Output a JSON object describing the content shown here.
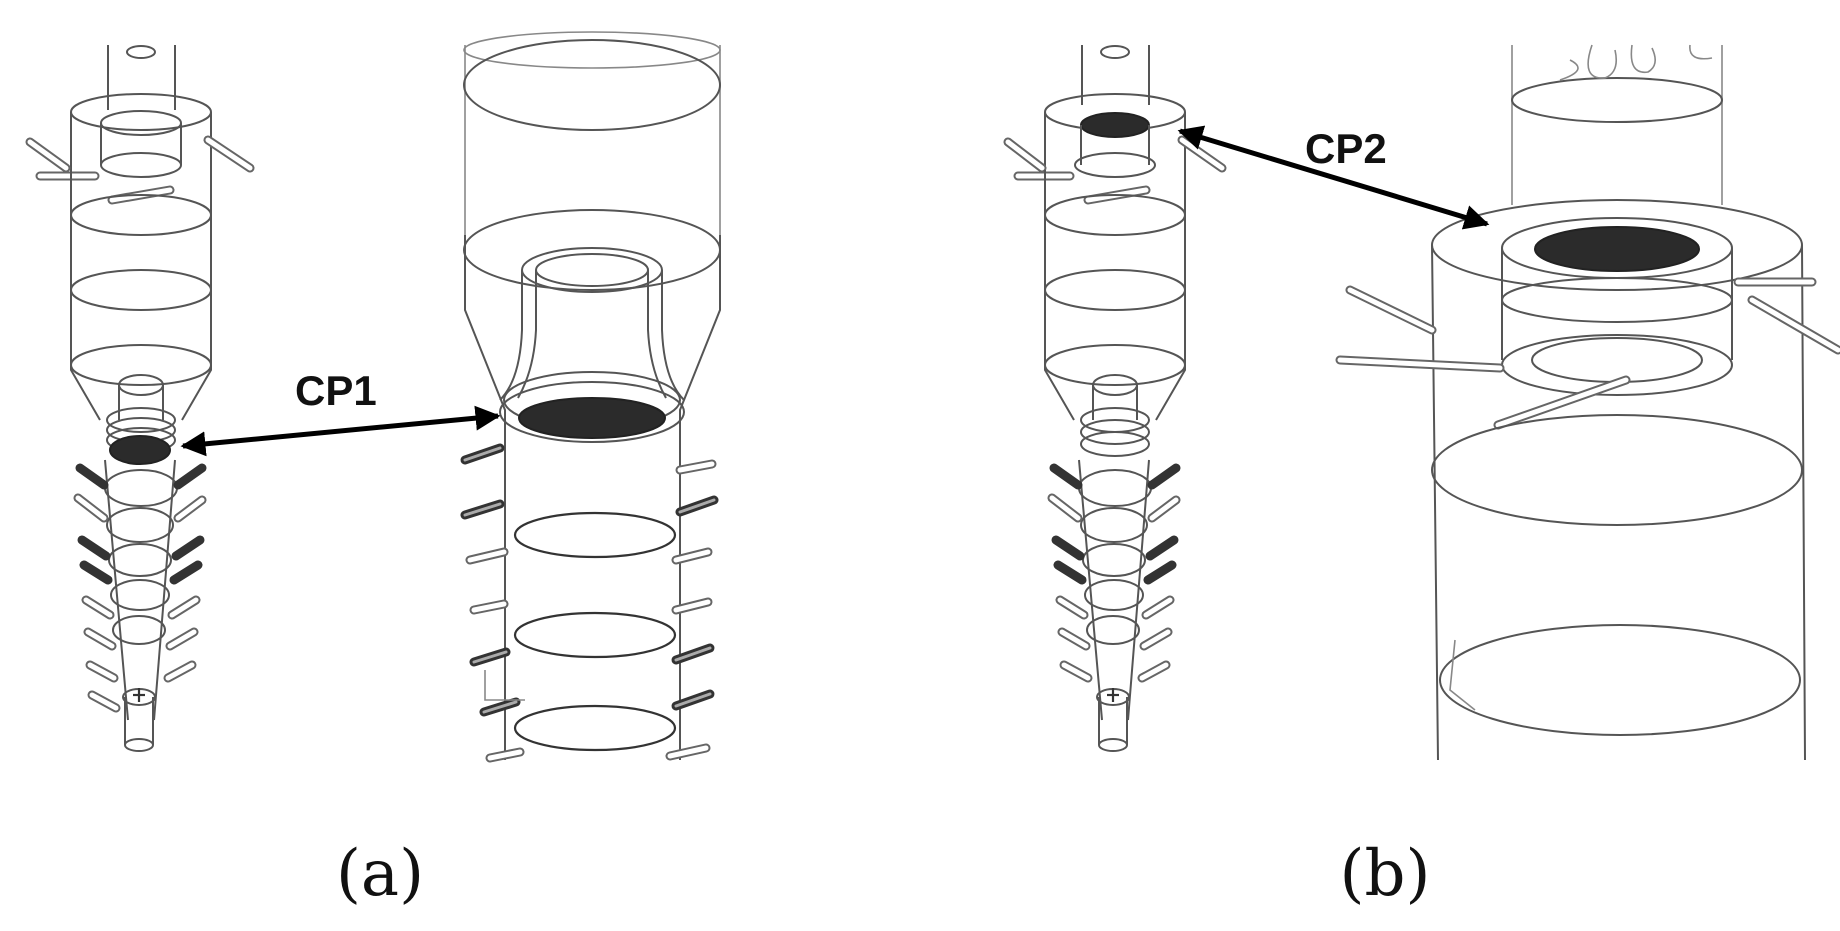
{
  "figure": {
    "panels": [
      {
        "caption": "(a)",
        "marker_label": "CP1"
      },
      {
        "caption": "(b)",
        "marker_label": "CP2"
      }
    ]
  }
}
